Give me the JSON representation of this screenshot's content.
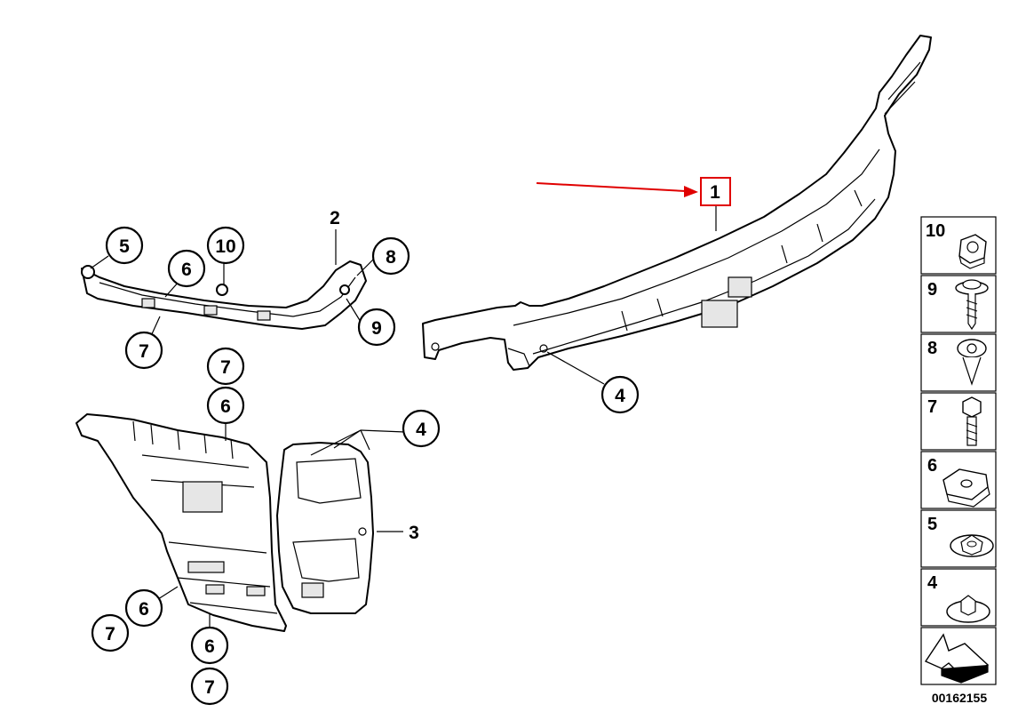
{
  "diagram_number": "00162155",
  "highlight": {
    "label": "1",
    "color": "#e00000"
  },
  "callouts": {
    "c1": "1",
    "c2": "2",
    "c3": "3",
    "c4a": "4",
    "c4b": "4",
    "c5": "5",
    "c6a": "6",
    "c6b": "6",
    "c6c": "6",
    "c6d": "6",
    "c7a": "7",
    "c7b": "7",
    "c7c": "7",
    "c7d": "7",
    "c8": "8",
    "c9": "9",
    "c10": "10"
  },
  "legend": [
    {
      "num": "10",
      "icon": "nut-icon"
    },
    {
      "num": "9",
      "icon": "screw-washer-icon"
    },
    {
      "num": "8",
      "icon": "expanding-rivet-icon"
    },
    {
      "num": "7",
      "icon": "hex-bolt-icon"
    },
    {
      "num": "6",
      "icon": "clip-nut-icon"
    },
    {
      "num": "5",
      "icon": "grommet-icon"
    },
    {
      "num": "4",
      "icon": "flange-nut-icon"
    }
  ]
}
